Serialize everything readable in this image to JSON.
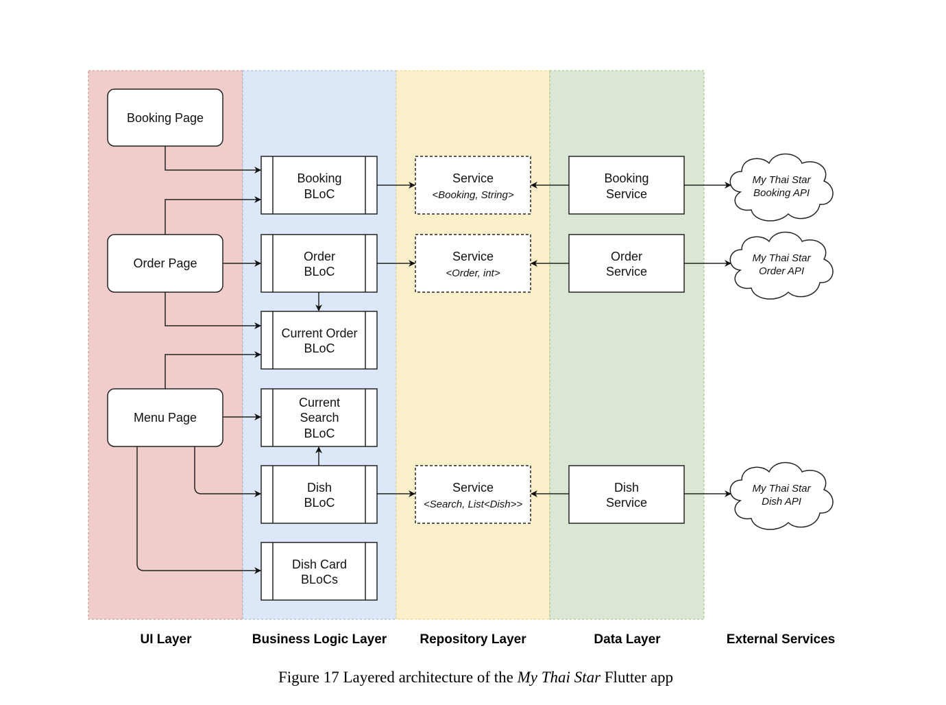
{
  "colors": {
    "ui_layer": "#f0cdcb",
    "business_layer": "#dce8f8",
    "repository_layer": "#fcf0cb",
    "data_layer": "#dbe7d5"
  },
  "ui": {
    "booking_page": "Booking Page",
    "order_page": "Order Page",
    "menu_page": "Menu Page"
  },
  "blocs": {
    "booking": [
      "Booking",
      "BLoC"
    ],
    "order": [
      "Order",
      "BLoC"
    ],
    "current_order": [
      "Current Order",
      "BLoC"
    ],
    "current_search": [
      "Current",
      "Search",
      "BLoC"
    ],
    "dish": [
      "Dish",
      "BLoC"
    ],
    "dish_card": [
      "Dish Card",
      "BLoCs"
    ]
  },
  "repositories": {
    "booking": [
      "Service",
      "<Booking, String>"
    ],
    "order": [
      "Service",
      "<Order, int>"
    ],
    "dish": [
      "Service",
      "<Search, List<Dish>>"
    ]
  },
  "data": {
    "booking": [
      "Booking",
      "Service"
    ],
    "order": [
      "Order",
      "Service"
    ],
    "dish": [
      "Dish",
      "Service"
    ]
  },
  "external": {
    "booking": [
      "My Thai Star",
      "Booking API"
    ],
    "order": [
      "My Thai Star",
      "Order API"
    ],
    "dish": [
      "My Thai Star",
      "Dish API"
    ]
  },
  "layer_labels": {
    "ui": "UI Layer",
    "business": "Business Logic Layer",
    "repository": "Repository Layer",
    "data": "Data Layer",
    "external": "External Services"
  },
  "caption": {
    "prefix": "Figure 17 Layered architecture of the ",
    "italic": "My Thai Star",
    "suffix": " Flutter app"
  }
}
